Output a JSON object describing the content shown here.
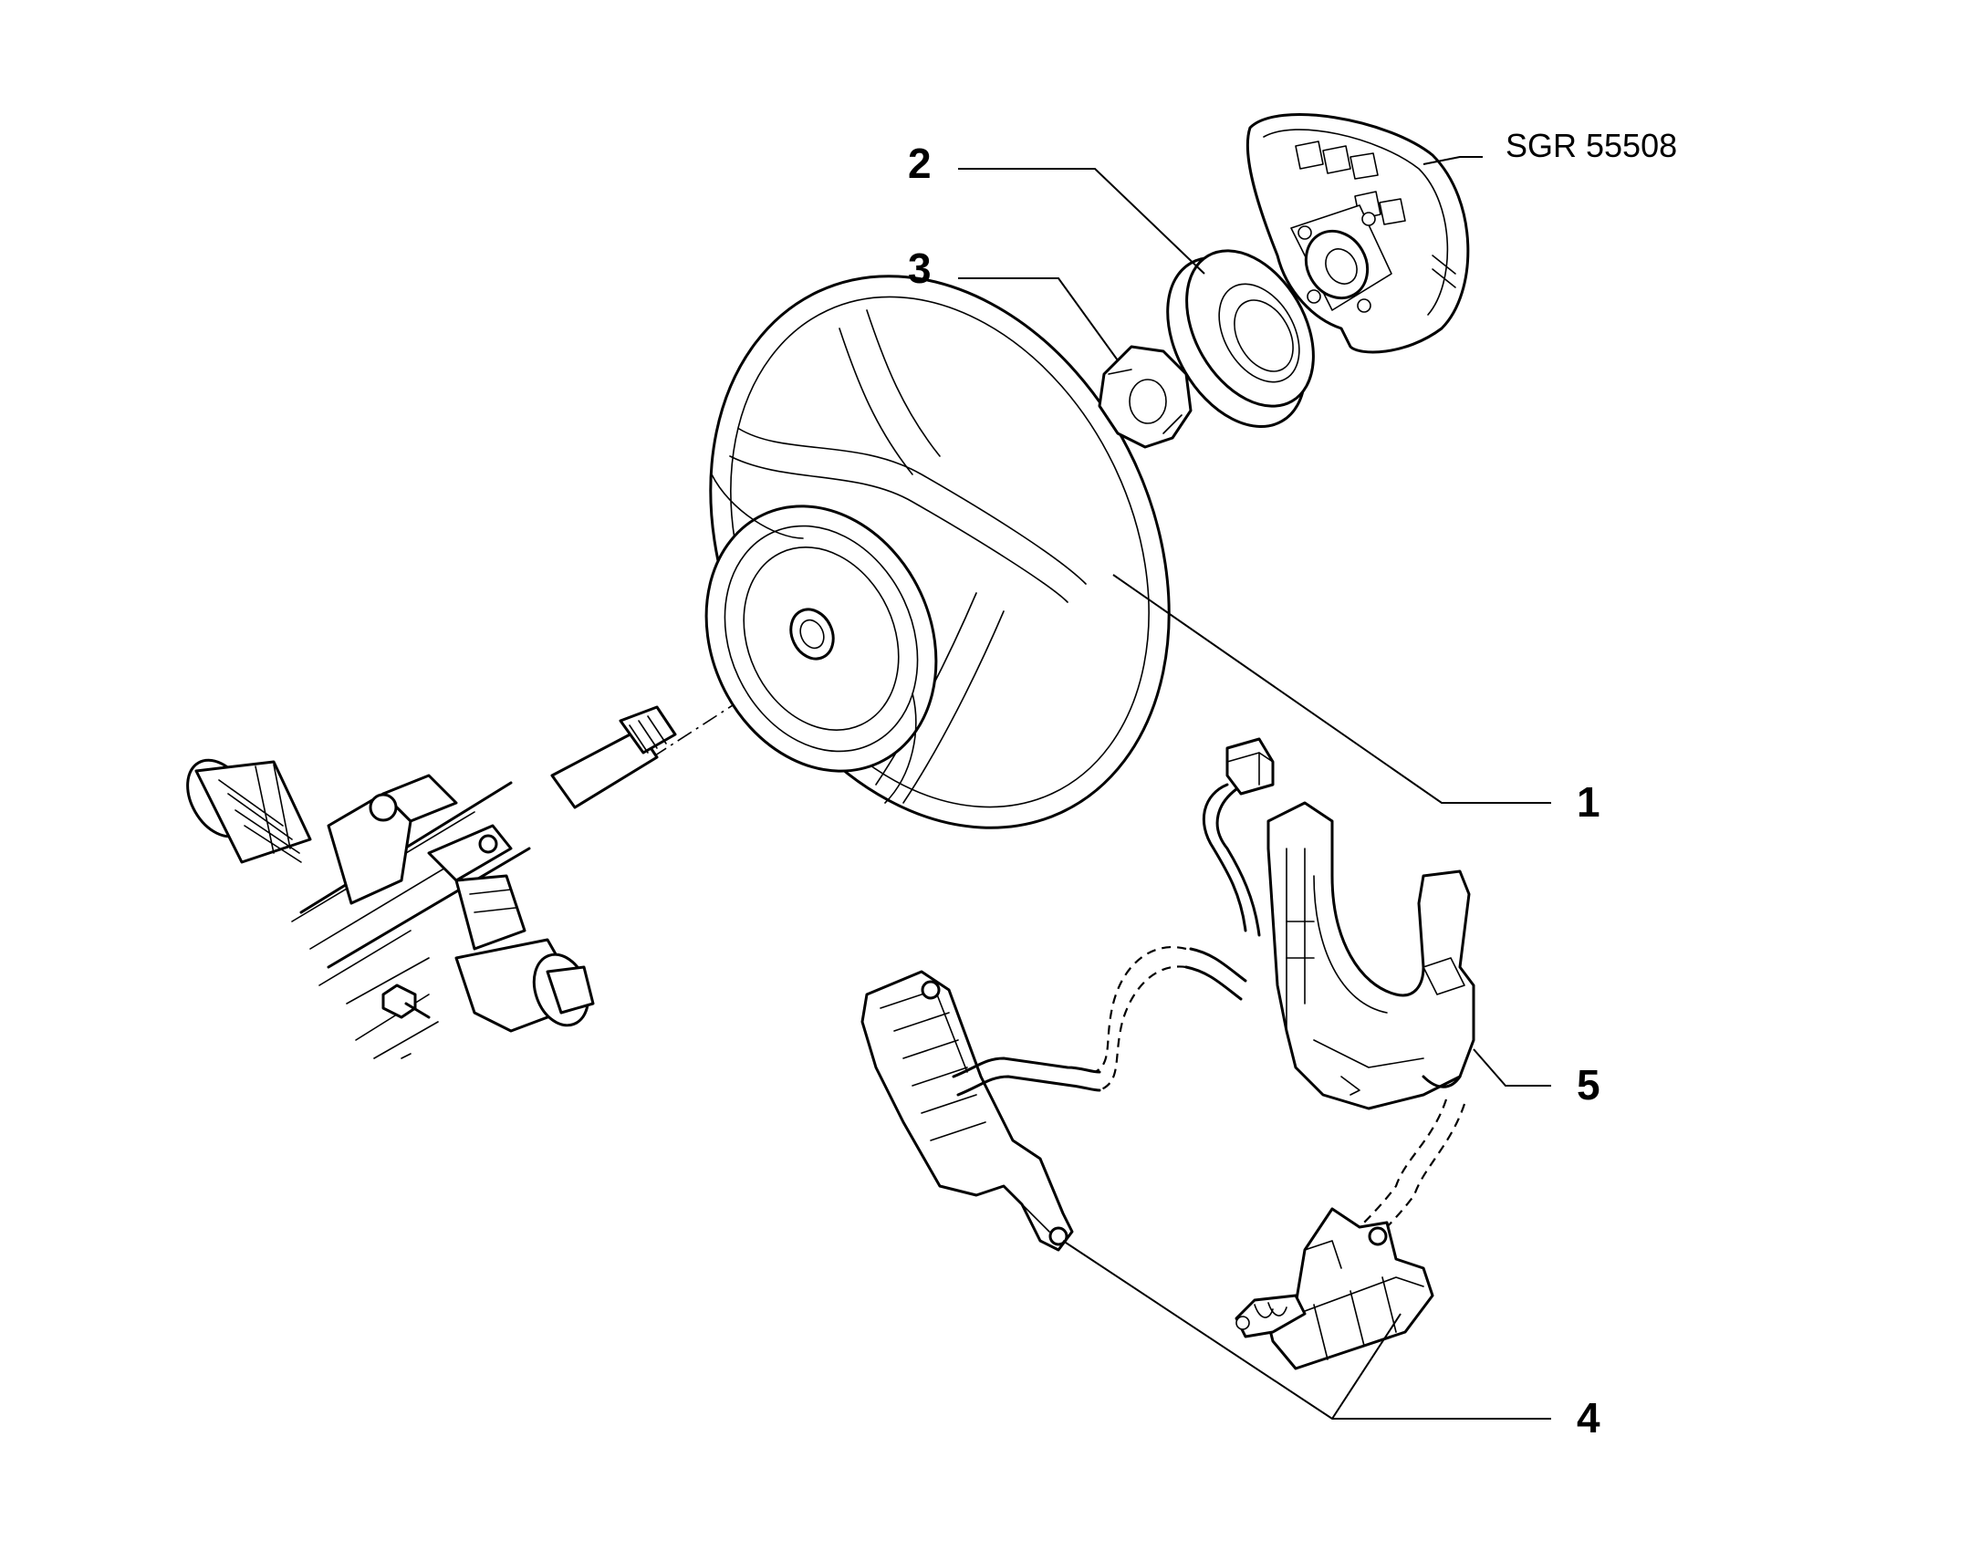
{
  "reference_code": "SGR 55508",
  "callouts": {
    "steering_wheel": "1",
    "bearing_ring": "2",
    "nut": "3",
    "switch_parts": "4",
    "clock_spring": "5"
  }
}
